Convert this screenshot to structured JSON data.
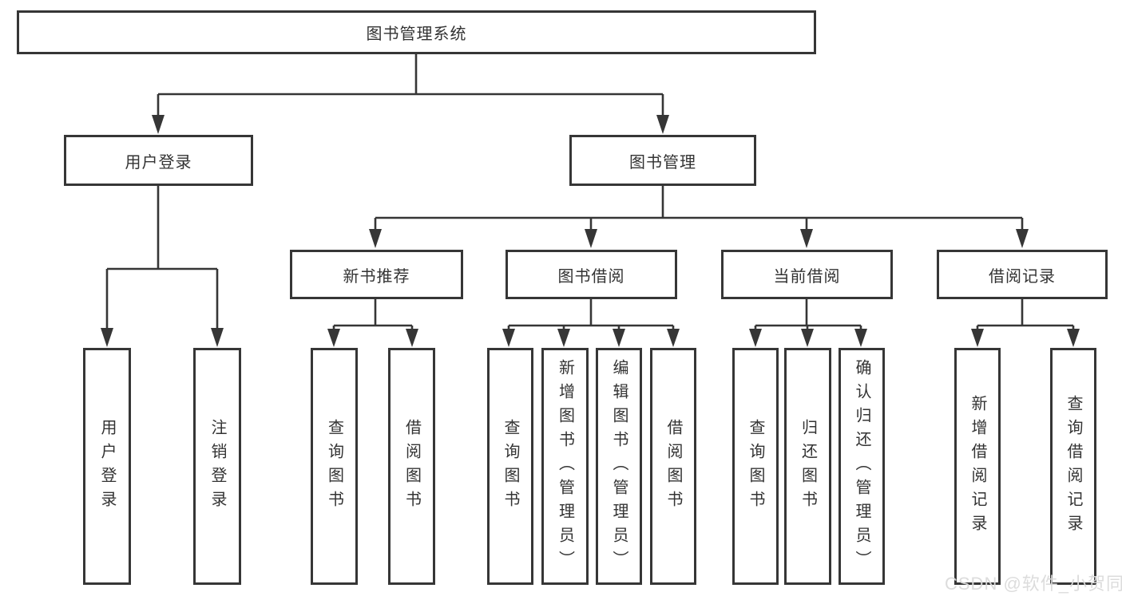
{
  "diagram": {
    "root": {
      "label": "图书管理系统"
    },
    "level2": {
      "user_login": {
        "label": "用户登录"
      },
      "book_management": {
        "label": "图书管理"
      }
    },
    "level3": {
      "new_book_recommend": {
        "label": "新书推荐"
      },
      "book_borrow": {
        "label": "图书借阅"
      },
      "current_borrow": {
        "label": "当前借阅"
      },
      "borrow_record": {
        "label": "借阅记录"
      }
    },
    "leaves": {
      "user_login": {
        "label": "用户登录"
      },
      "logout_login": {
        "label": "注销登录"
      },
      "recommend_query_book": {
        "label": "查询图书"
      },
      "recommend_borrow_book": {
        "label": "借阅图书"
      },
      "borrow_query_book": {
        "label": "查询图书"
      },
      "borrow_add_book": {
        "label": "新增图书（管理员）"
      },
      "borrow_edit_book": {
        "label": "编辑图书（管理员）"
      },
      "borrow_borrow_book": {
        "label": "借阅图书"
      },
      "current_query_book": {
        "label": "查询图书"
      },
      "current_return_book": {
        "label": "归还图书"
      },
      "current_confirm_return": {
        "label": "确认归还（管理员）"
      },
      "record_add": {
        "label": "新增借阅记录"
      },
      "record_query": {
        "label": "查询借阅记录"
      }
    }
  },
  "watermark": "CSDN @软件_小贺同学",
  "colors": {
    "line": "#363636",
    "text": "#333333",
    "watermark": "#dbdbdb",
    "background": "#ffffff"
  }
}
